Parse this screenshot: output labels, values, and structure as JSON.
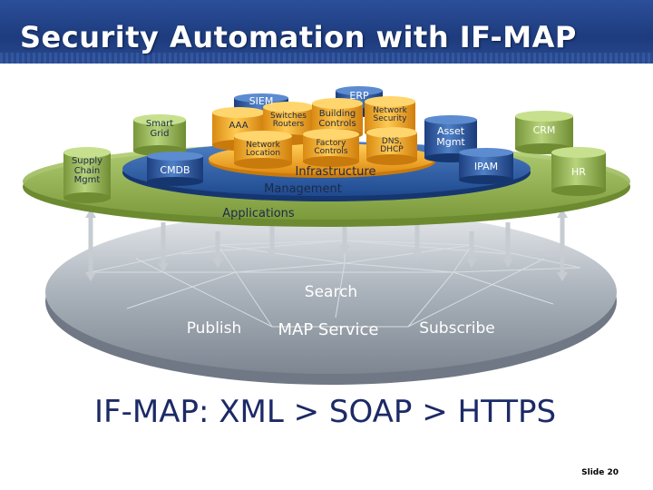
{
  "title": "Security Automation with IF-MAP",
  "layers": {
    "infrastructure": "Infrastructure",
    "management": "Management",
    "applications": "Applications"
  },
  "nodes": {
    "siem": "SIEM",
    "erp": "ERP",
    "aaa": "AAA",
    "switches": [
      "Switches",
      "Routers"
    ],
    "building": [
      "Building",
      "Controls"
    ],
    "network_security": [
      "Network",
      "Security"
    ],
    "smart_grid": [
      "Smart",
      "Grid"
    ],
    "network_location": [
      "Network",
      "Location"
    ],
    "factory": [
      "Factory",
      "Controls"
    ],
    "dns": [
      "DNS,",
      "DHCP"
    ],
    "asset": [
      "Asset",
      "Mgmt"
    ],
    "crm": "CRM",
    "supply_chain": [
      "Supply",
      "Chain",
      "Mgmt"
    ],
    "cmdb": "CMDB",
    "ipam": "IPAM",
    "hr": "HR"
  },
  "map": {
    "search": "Search",
    "publish": "Publish",
    "service": "MAP Service",
    "subscribe": "Subscribe"
  },
  "protocol": "IF-MAP: XML > SOAP > HTTPS",
  "slide": "Slide 20",
  "colors": {
    "header": "#1d3b7d",
    "orange": "#f0a020",
    "blue": "#2f5ea8",
    "green": "#8db04a",
    "gray": "#9aa3ad"
  }
}
